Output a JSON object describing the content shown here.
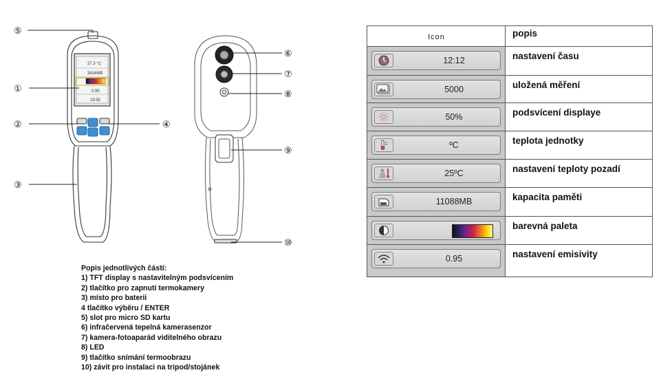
{
  "callouts": {
    "c1": "①",
    "c2": "②",
    "c3": "③",
    "c4": "④",
    "c5": "⑤",
    "c6": "⑥",
    "c7": "⑦",
    "c8": "⑧",
    "c9": "⑨",
    "c10": "⑩"
  },
  "device_screen": {
    "temp": "27.3 °C",
    "memory": "3816MB",
    "emissivity": "0.95",
    "time": "18:55"
  },
  "legend": {
    "title": "Popis jednotlivých částí:",
    "items": [
      "1) TFT display s nastavitelným podsvícením",
      "2) tlačítko pro zapnutí termokamery",
      "3) místo pro baterii",
      "4 tlačítko výběru / ENTER",
      "5) slot pro micro SD kartu",
      "6) infračervená tepelná kamerasenzor",
      "7) kamera-fotoaparád viditelného obrazu",
      "8) LED",
      "9) tlačítko snímání termoobrazu",
      "10) závit pro instalaci na tripod/stojánek"
    ]
  },
  "table": {
    "header_icon": "Icon",
    "header_desc": "popis",
    "rows": [
      {
        "icon": "clock-icon",
        "value": "12:12",
        "desc": "nastavení času"
      },
      {
        "icon": "picture-icon",
        "value": "5000",
        "desc": "uložená měření"
      },
      {
        "icon": "sun-icon",
        "value": "50%",
        "desc": "podsvícení displaye"
      },
      {
        "icon": "thermometer-icon",
        "value": "ºC",
        "desc": "teplota jednotky"
      },
      {
        "icon": "background-temp-icon",
        "value": "25ºC",
        "desc": "nastavení teploty pozadí"
      },
      {
        "icon": "memory-card-icon",
        "value": "11088MB",
        "desc": "kapacita paměti"
      },
      {
        "icon": "palette-icon",
        "value": "",
        "desc": "barevná paleta"
      },
      {
        "icon": "wifi-icon",
        "value": "0.95",
        "desc": "nastavení emisivity"
      }
    ]
  }
}
